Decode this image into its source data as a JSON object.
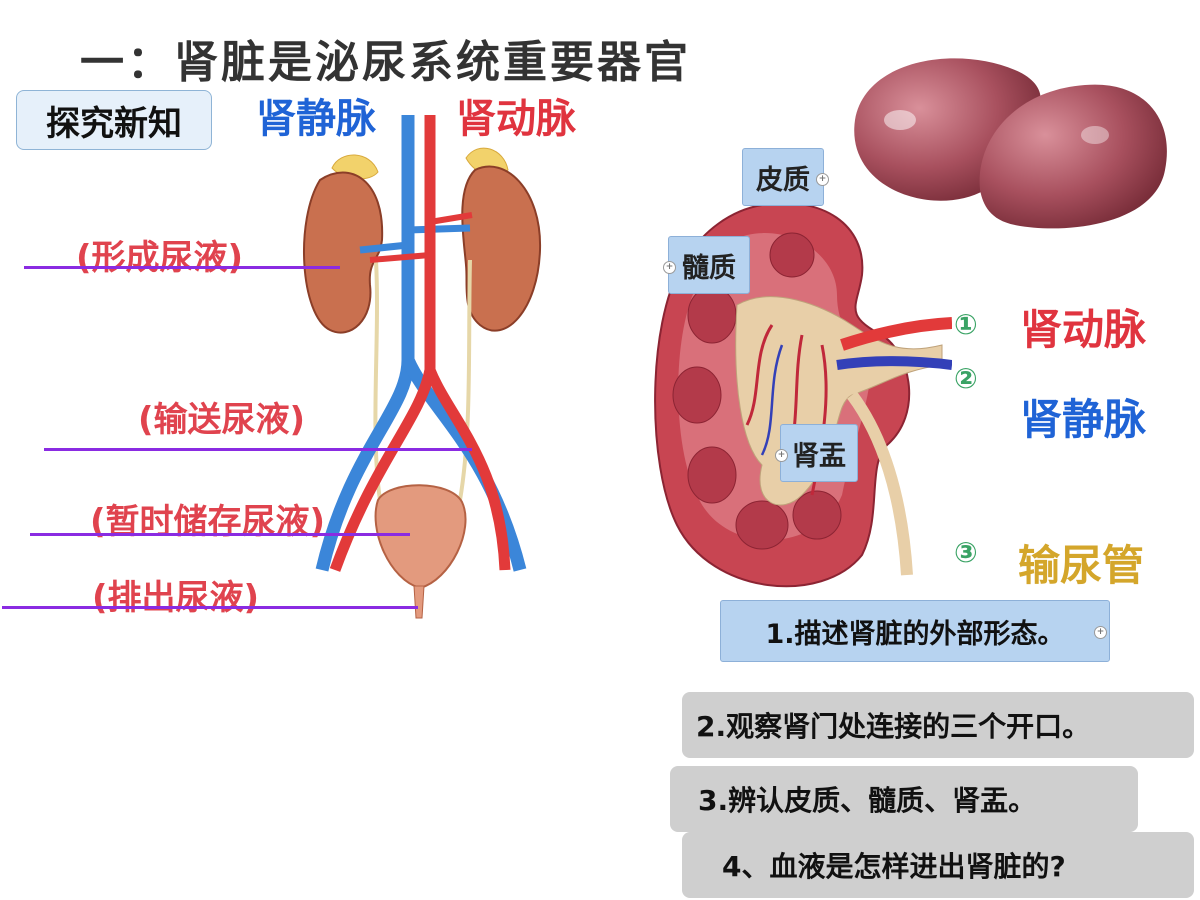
{
  "title": "一：肾脏是泌尿系统重要器官",
  "tag": "探究新知",
  "left_labels": {
    "vein": "肾静脉",
    "artery": "肾动脉",
    "functions": [
      "(形成尿液)",
      "(输送尿液)",
      "(暂时储存尿液)",
      "(排出尿液)"
    ]
  },
  "kidney_callouts": {
    "cortex": "皮质",
    "medulla": "髓质",
    "pelvis": "肾盂"
  },
  "openings": [
    {
      "num": "①",
      "label": "肾动脉",
      "color": "#e0343f"
    },
    {
      "num": "②",
      "label": "肾静脉",
      "color": "#1f63d6"
    },
    {
      "num": "③",
      "label": "输尿管",
      "color": "#d4a62b"
    }
  ],
  "questions": [
    "1.描述肾脏的外部形态。",
    "2.观察肾门处连接的三个开口。",
    "3.辨认皮质、髓质、肾盂。",
    "4、血液是怎样进出肾脏的?"
  ]
}
